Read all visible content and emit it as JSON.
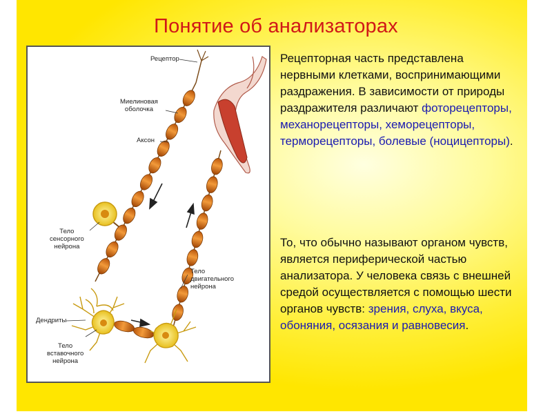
{
  "title": "Понятие об анализаторах",
  "figure": {
    "labels": {
      "receptor": "Рецептор",
      "myelin_line1": "Миелиновая",
      "myelin_line2": "оболочка",
      "axon": "Аксон",
      "sensory_line1": "Тело",
      "sensory_line2": "сенсорного",
      "sensory_line3": "нейрона",
      "dendrites": "Дендриты",
      "interneuron_line1": "Тело",
      "interneuron_line2": "вставочного",
      "interneuron_line3": "нейрона",
      "motor_line1": "Тело",
      "motor_line2": "двигательного",
      "motor_line3": "нейрона"
    }
  },
  "paragraph1": {
    "intro": "Рецепторная часть представлена нервными клетками, воспринимающими раздражения. В зависимости от природы раздражителя различают ",
    "types": "фоторецепторы, механорецепторы, хеморецепторы, терморецепторы, болевые (ноцицепторы)",
    "end": "."
  },
  "paragraph2": {
    "intro": "То, что обычно называют органом чувств, является периферической частью анализатора. У человека связь с внешней средой осуществляется с помощью шести органов чувств: ",
    "senses": "зрения, слуха, вкуса, обоняния, осязания и равновесия",
    "end": "."
  }
}
